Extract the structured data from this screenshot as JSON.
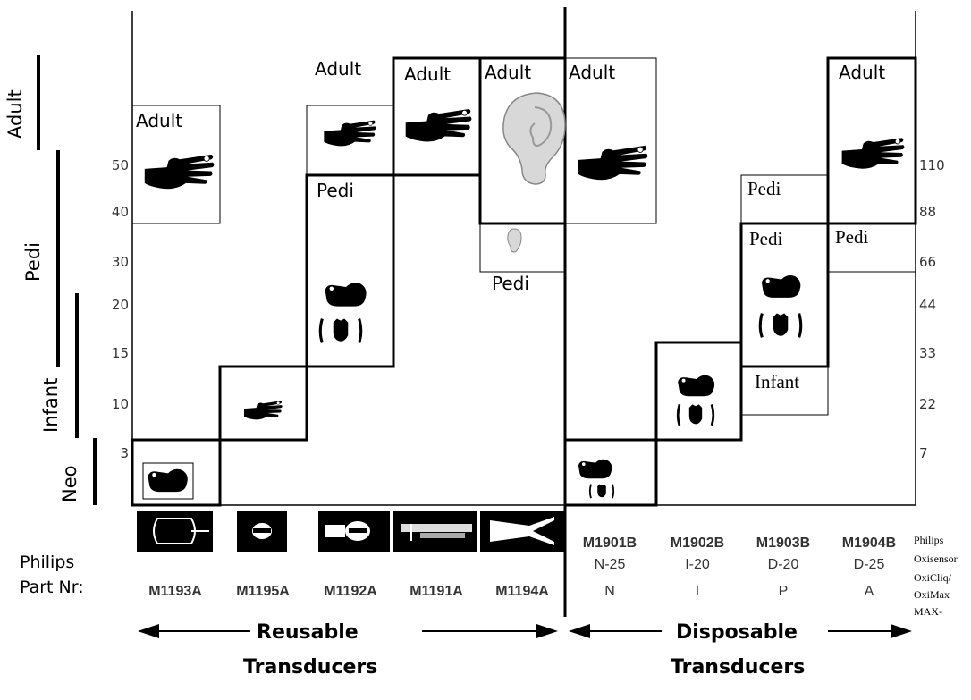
{
  "age_groups": {
    "adult": "Adult",
    "pedi": "Pedi",
    "infant": "Infant",
    "neo": "Neo"
  },
  "kg_ticks": [
    "50",
    "40",
    "30",
    "20",
    "15",
    "10",
    "3"
  ],
  "lb_ticks": [
    "110",
    "88",
    "66",
    "44",
    "33",
    "22",
    "7"
  ],
  "box_labels": {
    "m1193a_adult": "Adult",
    "m1192a_adult": "Adult",
    "m1192a_pedi": "Pedi",
    "m1191a_adult": "Adult",
    "m1194a_adult": "Adult",
    "m1194a_pedi": "Pedi",
    "m1901b_adult": "Adult",
    "m1904b_adult": "Adult",
    "m1904b_pedi": "Pedi",
    "m1903b_pedi_upper": "Pedi",
    "m1903b_pedi": "Pedi",
    "m1903b_infant": "Infant"
  },
  "philips_label": "Philips",
  "part_nr_label": "Part Nr:",
  "reusable_parts": [
    "M1193A",
    "M1195A",
    "M1192A",
    "M1191A",
    "M1194A"
  ],
  "disposable_parts": [
    {
      "part": "M1901B",
      "code": "N-25",
      "size": "N"
    },
    {
      "part": "M1902B",
      "code": "I-20",
      "size": "I"
    },
    {
      "part": "M1903B",
      "code": "D-20",
      "size": "P"
    },
    {
      "part": "M1904B",
      "code": "D-25",
      "size": "A"
    }
  ],
  "brand_note": [
    "Philips",
    "Oxisensor",
    "OxiCliq/",
    "OxiMax",
    "MAX-"
  ],
  "reusable_caption": [
    "Reusable",
    "Transducers"
  ],
  "disposable_caption": [
    "Disposable",
    "Transducers"
  ],
  "icons": {
    "hand": "hand-icon",
    "ear": "ear-icon",
    "foot": "foot-icon",
    "sensor": "sensor-icon"
  }
}
